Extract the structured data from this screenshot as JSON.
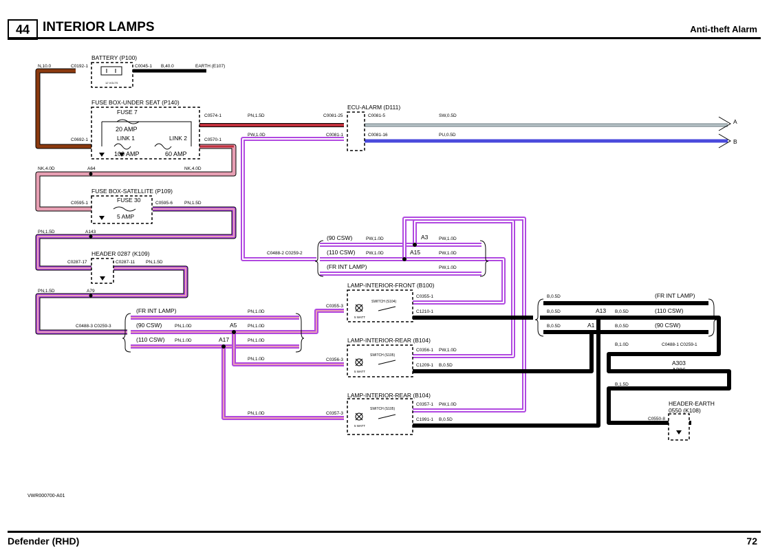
{
  "header": {
    "page_number": "44",
    "title": "INTERIOR LAMPS",
    "section": "Anti-theft Alarm"
  },
  "footer": {
    "model": "Defender (RHD)",
    "page": "72"
  },
  "reference": "VWR000700-A01",
  "colors": {
    "brown": "#8b3a0f",
    "pink": "#e8a0b4",
    "purple": "#b048e0",
    "red": "#c0303c",
    "grey": "#b8c4c8",
    "blue": "#4a4adc",
    "black": "#000000"
  },
  "battery": {
    "title": "BATTERY (P100)",
    "conn_left": "C0192-1",
    "conn_right": "C0045-1",
    "wire_in": "N,10.0",
    "wire_out": "B,40.0",
    "earth": "EARTH (E107)",
    "label": "12 VOLTS"
  },
  "fusebox_under_seat": {
    "title": "FUSE BOX-UNDER SEAT (P140)",
    "fuse7": "FUSE 7",
    "fuse7_rating": "20 AMP",
    "link1": "LINK 1",
    "link1_rating": "100 AMP",
    "link2": "LINK 2",
    "link2_rating": "60 AMP",
    "conn_c0574": "C0574-1",
    "conn_c0570": "C0570-1",
    "conn_c0692": "C0692-1",
    "wire_c0574": "PN,1.5D",
    "wire_c0570": "PW,1.0D"
  },
  "splice_a64": {
    "label": "A64",
    "wire_left": "NK,4.0D",
    "wire_right": "NK,4.0D"
  },
  "fusebox_satellite": {
    "title": "FUSE BOX-SATELLITE (P109)",
    "fuse": "FUSE 30",
    "rating": "5 AMP",
    "conn_left": "C0595-1",
    "conn_right": "C0595-6",
    "wire_right": "PN,1.5D"
  },
  "splice_a143": {
    "label": "A143",
    "wire": "PN,1.5D"
  },
  "header_0287": {
    "title": "HEADER 0287 (K109)",
    "conn_left": "C0287-17",
    "conn_right": "C0287-11",
    "wire": "PN,1.5D"
  },
  "splice_a79": {
    "label": "A79",
    "wire": "PN,1.5D"
  },
  "ecu_alarm": {
    "title": "ECU-ALARM (D111)",
    "conn_in_a": "C0081-25",
    "conn_in_b": "C0081-1",
    "conn_out_a": "C0081-5",
    "conn_out_b": "C0081-16",
    "wire_a": "SW,0.5D",
    "wire_b": "PU,0.5D",
    "arrow_a": "A",
    "arrow_b": "B"
  },
  "left_harness": {
    "conn_left": "C0488-3 C0259-3",
    "options": [
      "(FR INT LAMP)",
      "(90 CSW)",
      "(110 CSW)"
    ],
    "wire_pn": "PN,1.0D",
    "splice_a5": "A5",
    "splice_a17": "A17"
  },
  "upper_harness": {
    "conn_left": "C0488-2 C0259-2",
    "options": [
      "(90 CSW)",
      "(110 CSW)",
      "(FR INT LAMP)"
    ],
    "wire_pw": "PW,1.0D",
    "splice_a3": "A3",
    "splice_a15": "A15"
  },
  "lamps": [
    {
      "title": "LAMP-INTERIOR-FRONT (B100)",
      "switch": "SWITCH (S104)",
      "watt": "5 WATT",
      "conn_in": "C0355-3",
      "conn_top": "C0355-1",
      "conn_bottom": "C1210-1",
      "wire_top": "",
      "wire_bottom": ""
    },
    {
      "title": "LAMP-INTERIOR-REAR  (B104)",
      "switch": "SWITCH (S105)",
      "watt": "5 WATT",
      "conn_in": "C0356-3",
      "conn_top": "C0356-1",
      "conn_bottom": "C1209-1",
      "wire_top": "PW,1.0D",
      "wire_bottom": "B,0.5D"
    },
    {
      "title": "LAMP-INTERIOR-REAR (B104)",
      "switch": "SWITCH (S105)",
      "watt": "5 WATT",
      "conn_in": "C0357-3",
      "conn_top": "C0357-1",
      "conn_bottom": "C1991-1",
      "wire_top": "PW,1.0D",
      "wire_bottom": "B,0.5D"
    }
  ],
  "right_harness": {
    "options": [
      "(FR INT LAMP)",
      "(110 CSW)",
      "(90 CSW)"
    ],
    "wire_b": "B,0.5D",
    "wire_b1": "B,1.0D",
    "wire_b15": "B,1.5D",
    "splice_a13": "A13",
    "splice_a1": "A1",
    "conn": "C0488-1 C0259-1",
    "splice_a303": "A303",
    "splice_a386": "A386"
  },
  "header_earth": {
    "title": "HEADER-EARTH",
    "subtitle": "0550 (K108)",
    "conn": "C0550-8"
  }
}
